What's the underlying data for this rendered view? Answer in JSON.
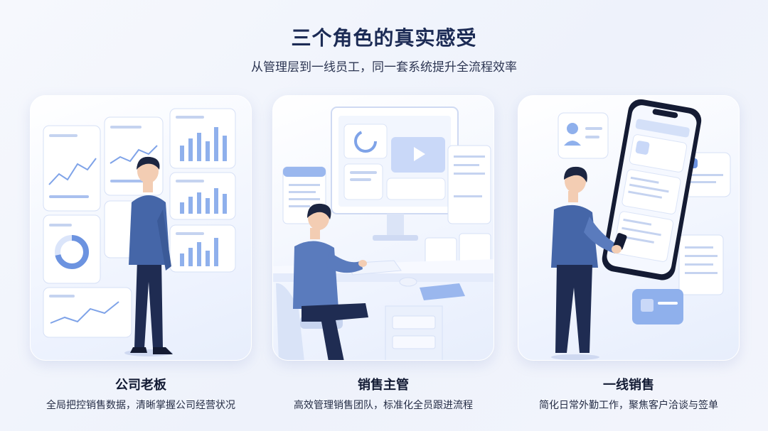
{
  "header": {
    "title": "三个角色的真实感受",
    "subtitle": "从管理层到一线员工，同一套系统提升全流程效率"
  },
  "cards": [
    {
      "title": "公司老板",
      "description": "全局把控销售数据，清晰掌握公司经营状况",
      "illustration": "boss-dashboard-illustration"
    },
    {
      "title": "销售主管",
      "description": "高效管理销售团队，标准化全员跟进流程",
      "illustration": "manager-desk-illustration"
    },
    {
      "title": "一线销售",
      "description": "简化日常外勤工作，聚焦客户洽谈与签单",
      "illustration": "salesperson-phone-illustration"
    }
  ],
  "colors": {
    "accent": "#4a78d8",
    "suit": "#4566a8",
    "hair": "#1c2540",
    "panel": "#ffffff",
    "title": "#1c2b55"
  }
}
